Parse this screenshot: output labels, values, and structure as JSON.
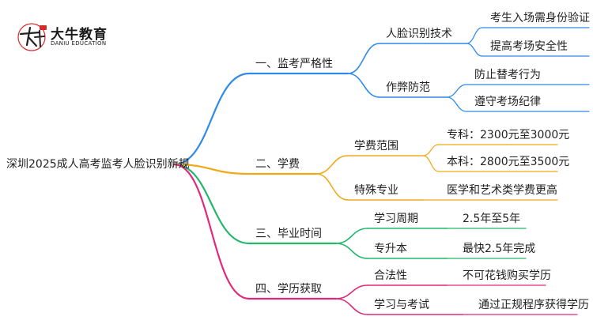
{
  "logo": {
    "title": "大牛教育",
    "subtitle": "DANIU EDUCATION",
    "mark_text": "大牛",
    "accent": "#d62b2b"
  },
  "mindmap": {
    "root": "深圳2025成人高考监考人脸识别新规",
    "branches": [
      {
        "label": "一、监考严格性",
        "color": "#2f8ae8",
        "children": [
          {
            "label": "人脸识别技术",
            "leaves": [
              "考生入场需身份验证",
              "提高考场安全性"
            ]
          },
          {
            "label": "作弊防范",
            "leaves": [
              "防止替考行为",
              "遵守考场纪律"
            ]
          }
        ]
      },
      {
        "label": "二、学费",
        "color": "#f0a91b",
        "children": [
          {
            "label": "学费范围",
            "leaves": [
              "专科：2300元至3000元",
              "本科：2800元至3500元"
            ]
          },
          {
            "label": "特殊专业",
            "leaves": [
              "医学和艺术类学费更高"
            ]
          }
        ]
      },
      {
        "label": "三、毕业时间",
        "color": "#21b86a",
        "children": [
          {
            "label": "学习周期",
            "leaves": [
              "2.5年至5年"
            ]
          },
          {
            "label": "专升本",
            "leaves": [
              "最快2.5年完成"
            ]
          }
        ]
      },
      {
        "label": "四、学历获取",
        "color": "#e0297a",
        "children": [
          {
            "label": "合法性",
            "leaves": [
              "不可花钱购买学历"
            ]
          },
          {
            "label": "学习与考试",
            "leaves": [
              "通过正规程序获得学历"
            ]
          }
        ]
      }
    ]
  }
}
